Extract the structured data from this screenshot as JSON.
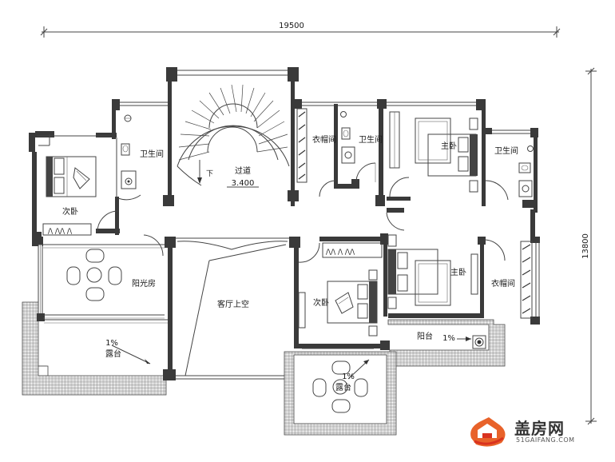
{
  "dimensions": {
    "width": "19500",
    "height": "13800"
  },
  "rooms": {
    "bath_left": "卫生间",
    "bedroom_left": "次卧",
    "sunroom": "阳光房",
    "terrace_left": "露台",
    "terrace_left_slope": "1%",
    "corridor": "过道",
    "corridor_level": "3.400",
    "stair_down": "下",
    "living_void": "客厅上空",
    "closet_mid": "衣帽间",
    "bath_mid": "卫生间",
    "master_top": "主卧",
    "bath_right": "卫生间",
    "bedroom_center": "次卧",
    "master_right": "主卧",
    "closet_right": "衣帽间",
    "balcony": "阳台",
    "balcony_slope": "1%",
    "terrace_bottom": "露台",
    "terrace_bottom_slope": "1%"
  },
  "logo": {
    "name": "盖房网",
    "url_text": "51GAIFANG.COM"
  },
  "colors": {
    "wall": "#3a3a3a",
    "logo_orange": "#e8622a",
    "logo_red": "#d9321f"
  }
}
